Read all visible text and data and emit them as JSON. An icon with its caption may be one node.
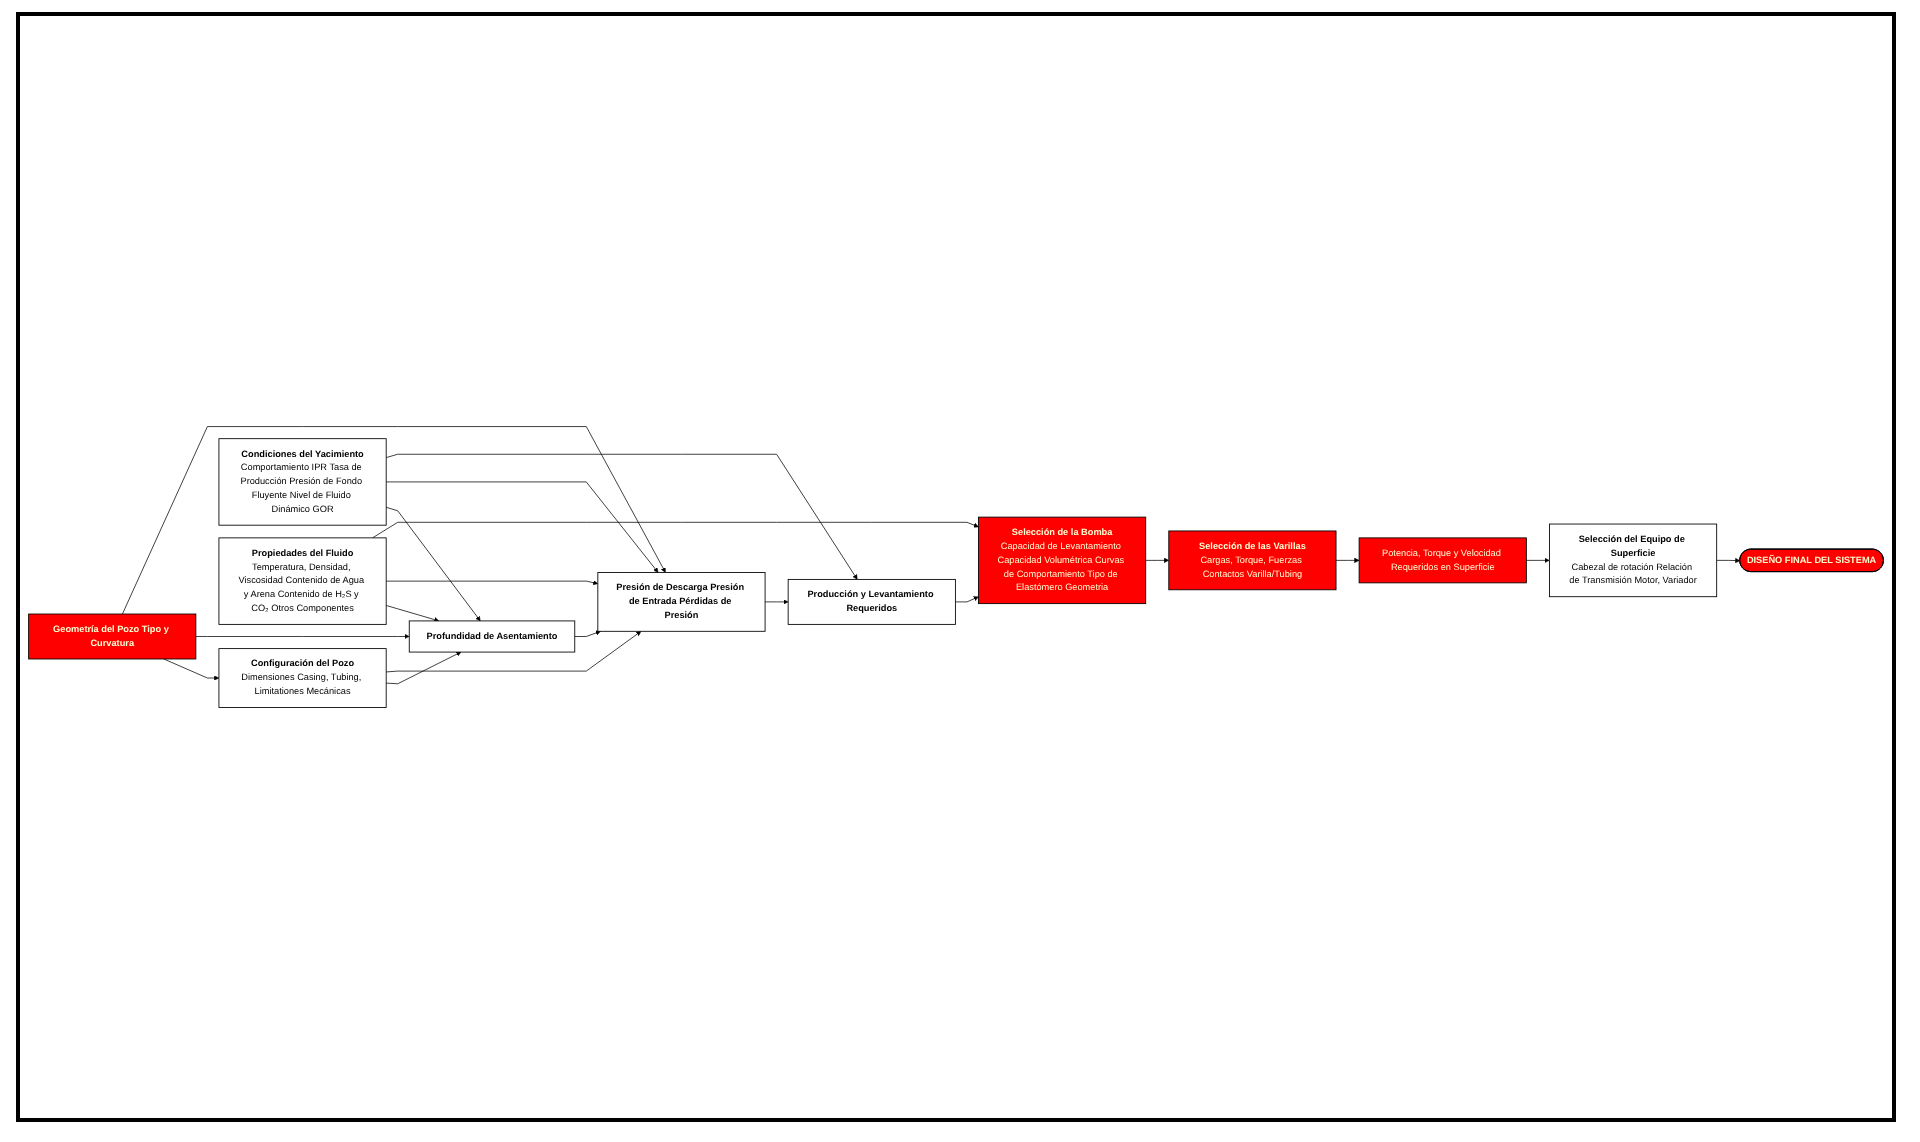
{
  "diagram": {
    "nodes": [
      {
        "text": [
          "Geometría del Pozo Tipo y Curvatura"
        ]
      },
      {
        "text": [
          "Configuración del Pozo",
          "Dimensiones Casing, Tubing, Limitationes Mecánicas"
        ]
      },
      {
        "text": [
          "Condiciones del Yacimiento",
          "Comportamiento IPR Tasa de Producción Presión de Fondo Fluyente Nivel de Fluido Dinámico GOR"
        ]
      },
      {
        "text": [
          "Propiedades del Fluido",
          "Temperatura, Densidad, Viscosidad Contenido de Agua y Arena Contenido de H₂S y CO₂ Otros Componentes"
        ]
      },
      {
        "text": [
          "Profundidad de Asentamiento"
        ]
      },
      {
        "text": [
          "Presión de Descarga Presión de Entrada Pérdidas de Presión"
        ]
      },
      {
        "text": [
          "Producción y Levantamiento Requeridos"
        ]
      },
      {
        "text": [
          "Selección de la Bomba",
          "Capacidad de Levantamiento Capacidad Volumétrica Curvas de Comportamiento Tipo de Elastómero Geometria"
        ]
      },
      {
        "text": [
          "DISEÑO FINAL DEL SISTEMA"
        ]
      },
      {
        "text": [
          "Selección del Equipo de Superficie",
          "Cabezal de rotación Relación de Transmisión Motor, Variador"
        ]
      },
      {
        "text": [
          "Potencia, Torque y Velocidad Requeridos en Superficie"
        ]
      },
      {
        "text": [
          "Selección de las Varillas",
          "Cargas, Torque, Fuerzas Contactos Varilla/Tubing"
        ]
      }
    ],
    "edges": [
      {
        "from": 0,
        "to": 1,
        "arrow": "to"
      },
      {
        "from": 0,
        "to": 4,
        "arrow": "to"
      },
      {
        "from": 0,
        "to": 5,
        "arrow": "to"
      },
      {
        "from": 1,
        "to": 4,
        "arrow": "to"
      },
      {
        "from": 1,
        "to": 5,
        "arrow": "to"
      },
      {
        "from": 2,
        "to": 4,
        "arrow": "to"
      },
      {
        "from": 2,
        "to": 5,
        "arrow": "to"
      },
      {
        "from": 2,
        "to": 6,
        "arrow": "to"
      },
      {
        "from": 3,
        "to": 4,
        "arrow": "to"
      },
      {
        "from": 3,
        "to": 5,
        "arrow": "to"
      },
      {
        "from": 4,
        "to": 5,
        "arrow": "to"
      },
      {
        "from": 5,
        "to": 6,
        "arrow": "to"
      },
      {
        "from": 6,
        "to": 7,
        "arrow": "to"
      },
      {
        "from": 3,
        "to": 7,
        "arrow": "to"
      },
      {
        "from": 7,
        "to": 11,
        "arrow": "to"
      },
      {
        "from": 11,
        "to": 10,
        "arrow": "to"
      },
      {
        "from": 10,
        "to": 9,
        "arrow": "to"
      },
      {
        "from": 9,
        "to": 8,
        "arrow": "to"
      }
    ]
  }
}
